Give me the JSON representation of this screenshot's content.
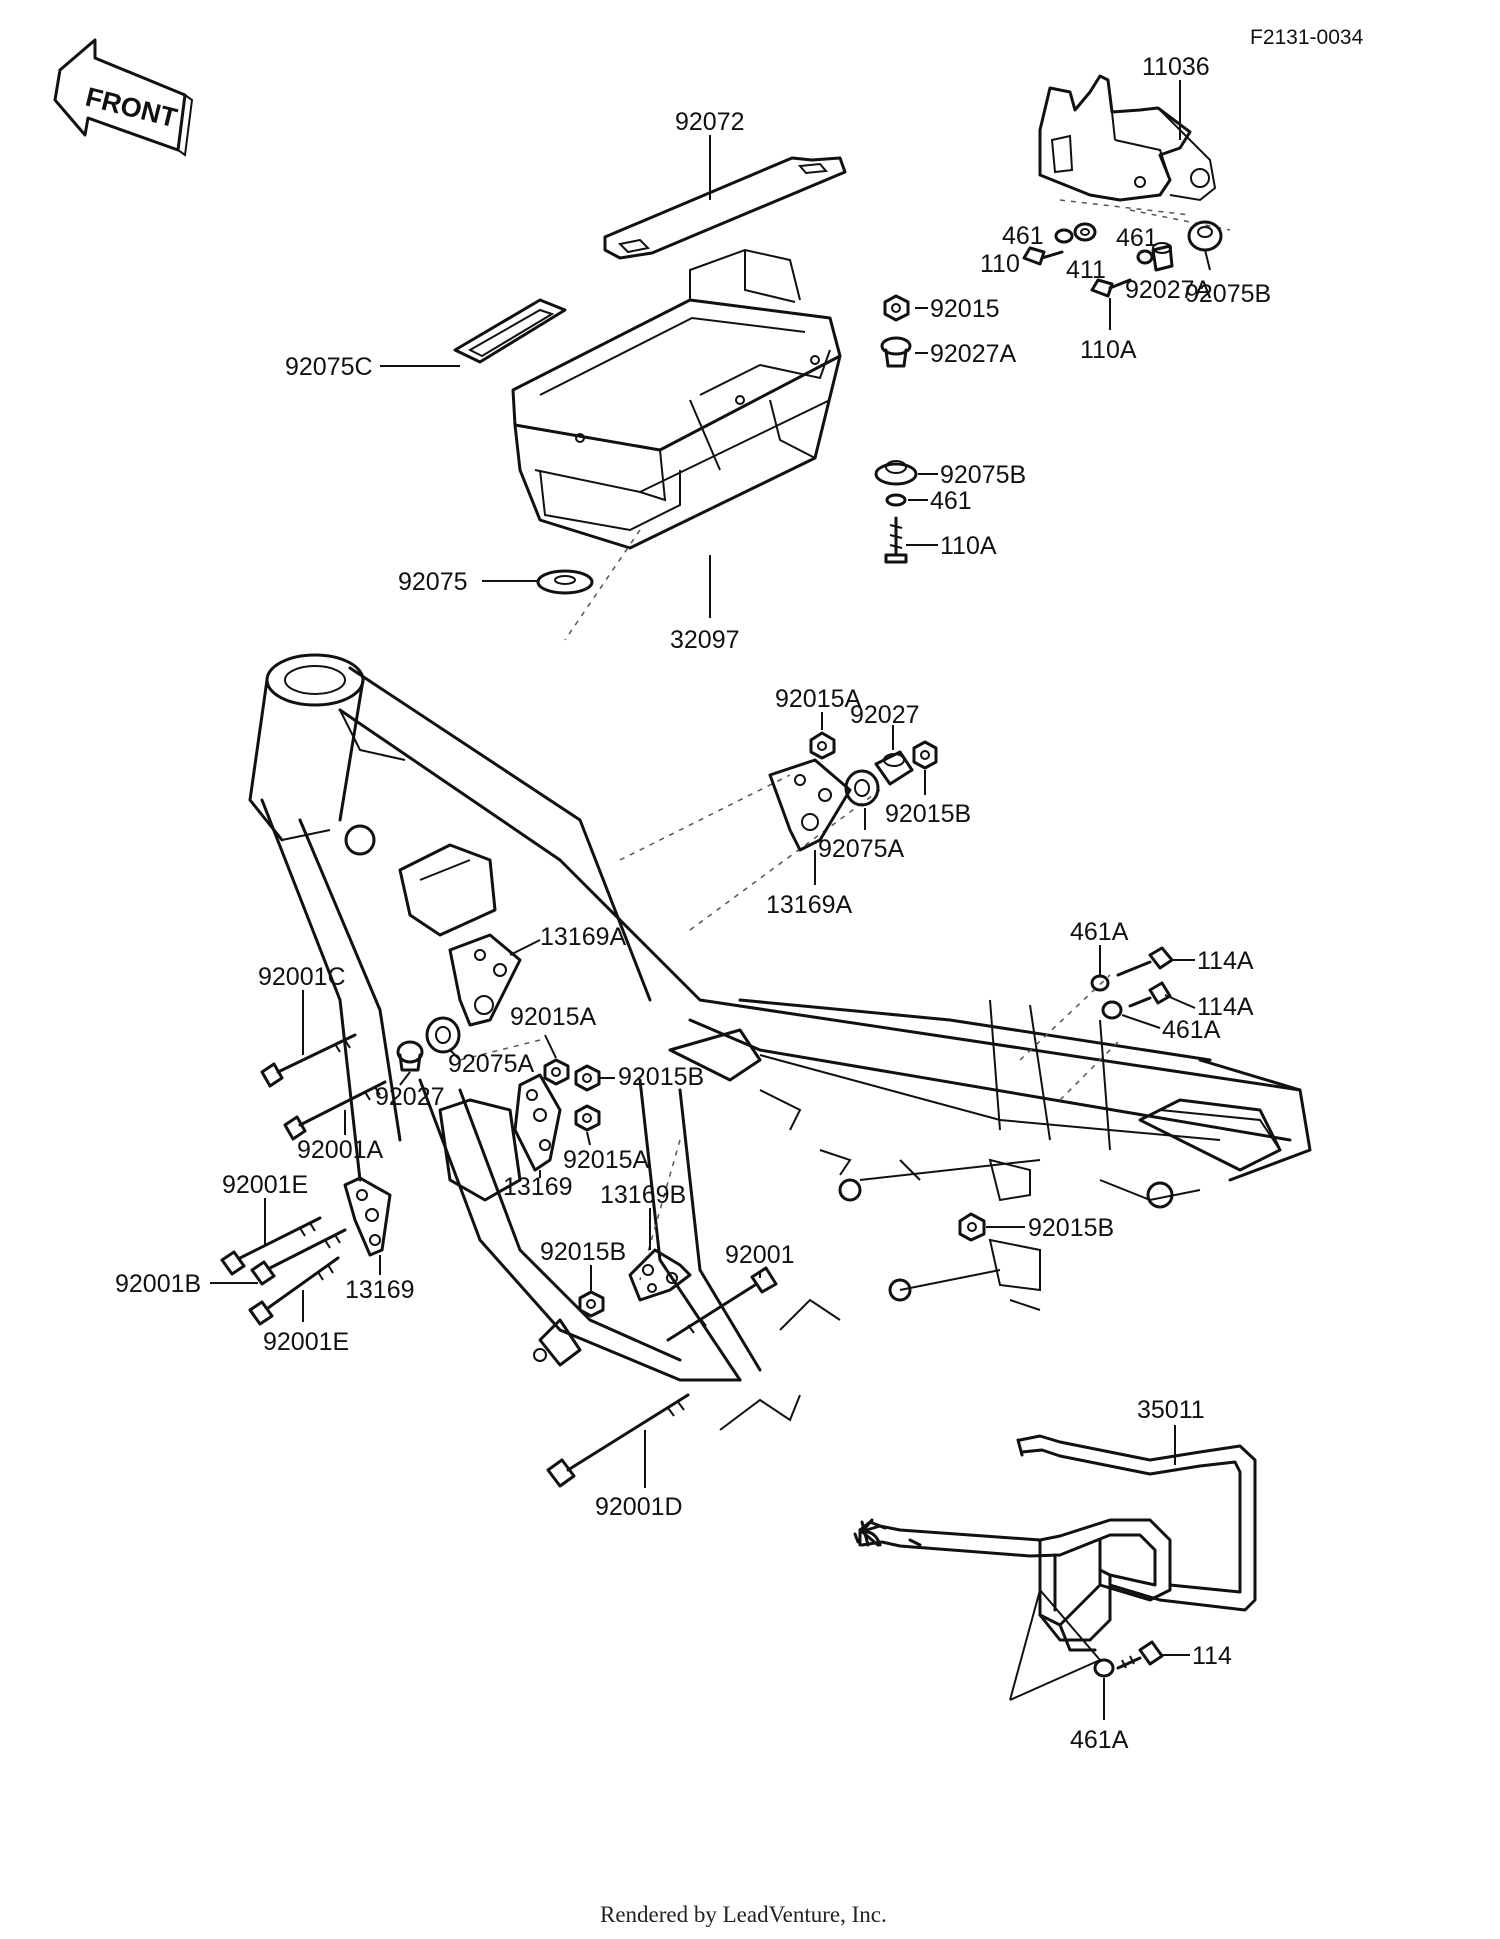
{
  "diagram_code": "F2131-0034",
  "front_label": "FRONT",
  "credit": "Rendered by LeadVenture, Inc.",
  "parts": [
    "92072",
    "92075C",
    "92075",
    "32097",
    "11036",
    "461",
    "110",
    "411",
    "461",
    "92075B",
    "92015",
    "92027A",
    "110A",
    "92027A",
    "92075B",
    "461",
    "110A",
    "92015A",
    "92027",
    "92015B",
    "92075A",
    "13169A",
    "461A",
    "114A",
    "114A",
    "461A",
    "92001C",
    "13169A",
    "92015A",
    "92075A",
    "92015B",
    "92027",
    "92001A",
    "92015A",
    "13169",
    "92001E",
    "92001B",
    "13169",
    "92001E",
    "13169B",
    "92015B",
    "92001",
    "92015B",
    "92001D",
    "35011",
    "114",
    "461A"
  ]
}
